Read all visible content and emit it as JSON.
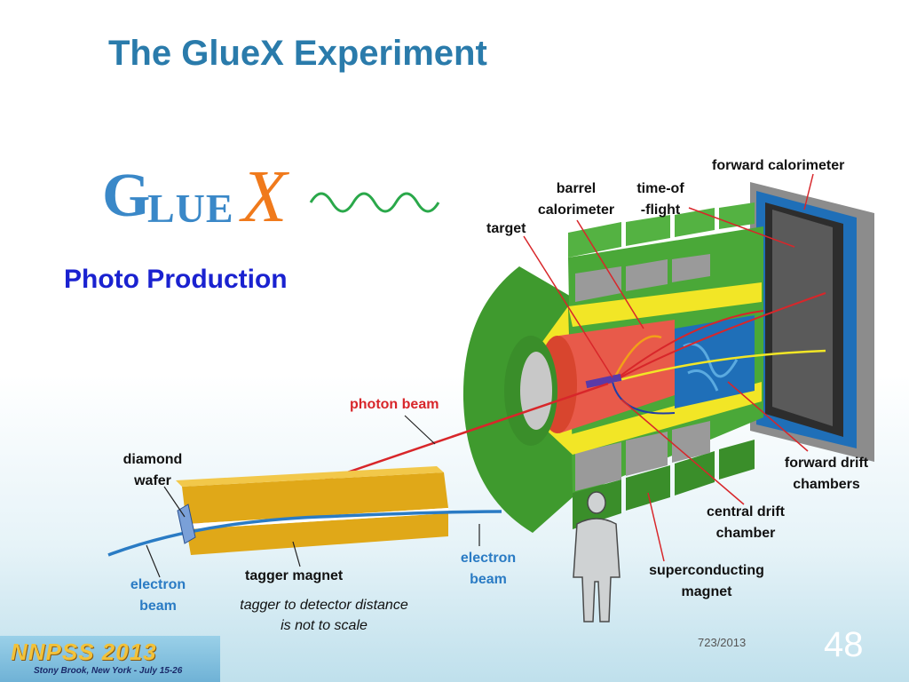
{
  "slide": {
    "title": "The GlueX Experiment",
    "subtitle": "Photo Production",
    "logo": {
      "g": "G",
      "lue": "LUE",
      "x": "X"
    },
    "date": "723/2013",
    "page_number": "48",
    "footer_logo": {
      "main": "NNPSS 2013",
      "sub": "Stony Brook, New York - July 15-26"
    }
  },
  "labels": {
    "forward_calorimeter": "forward calorimeter",
    "barrel_calorimeter_1": "barrel",
    "barrel_calorimeter_2": "calorimeter",
    "time_of_flight_1": "time-of",
    "time_of_flight_2": "-flight",
    "target": "target",
    "photon_beam": "photon beam",
    "diamond_wafer_1": "diamond",
    "diamond_wafer_2": "wafer",
    "forward_drift_1": "forward drift",
    "forward_drift_2": "chambers",
    "central_drift_1": "central drift",
    "central_drift_2": "chamber",
    "electron_beam_right_1": "electron",
    "electron_beam_right_2": "beam",
    "electron_beam_left_1": "electron",
    "electron_beam_left_2": "beam",
    "tagger_magnet": "tagger magnet",
    "superconducting_1": "superconducting",
    "superconducting_2": "magnet",
    "note_1": "tagger to detector distance",
    "note_2": "is not to scale"
  },
  "colors": {
    "title": "#2a7bab",
    "subtitle": "#1a22d0",
    "logo_blue": "#3a88c8",
    "logo_orange": "#f07a1c",
    "wave": "#2aa84a",
    "magnet_green": "#3f9a2e",
    "barrel_yellow": "#f2e626",
    "target_red": "#e85a4a",
    "fdc_blue": "#1f6fb8",
    "beam_red": "#d8262a",
    "electron_blue": "#2a7bc4",
    "tagger_gold": "#e0a818"
  }
}
